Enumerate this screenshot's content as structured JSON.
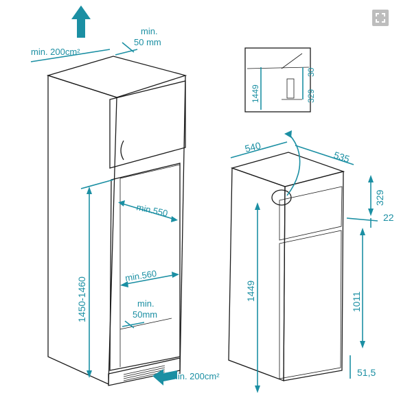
{
  "colors": {
    "dimension": "#1b8fa3",
    "outline": "#1a1a1a",
    "button_bg": "#bdbdbd"
  },
  "controls": {
    "expand_icon": "expand-icon"
  },
  "labels": {
    "vent_top_min": "min.",
    "vent_top_mm": "50 mm",
    "area_top": "min. 200cm²",
    "width_min_550": "min.550",
    "width_min_560": "min.560",
    "vent_bottom_min": "min.",
    "vent_bottom_mm": "50mm",
    "area_bottom": "min. 200cm²",
    "height_niche": "1450-1460",
    "appliance_width": "540",
    "appliance_depth": "535",
    "appliance_height": "1449",
    "freezer_height": "329",
    "gap_22": "22",
    "fridge_height": "1011",
    "bottom_51_5": "51,5",
    "detail_height": "1449",
    "detail_30": "30",
    "detail_329": "329"
  }
}
